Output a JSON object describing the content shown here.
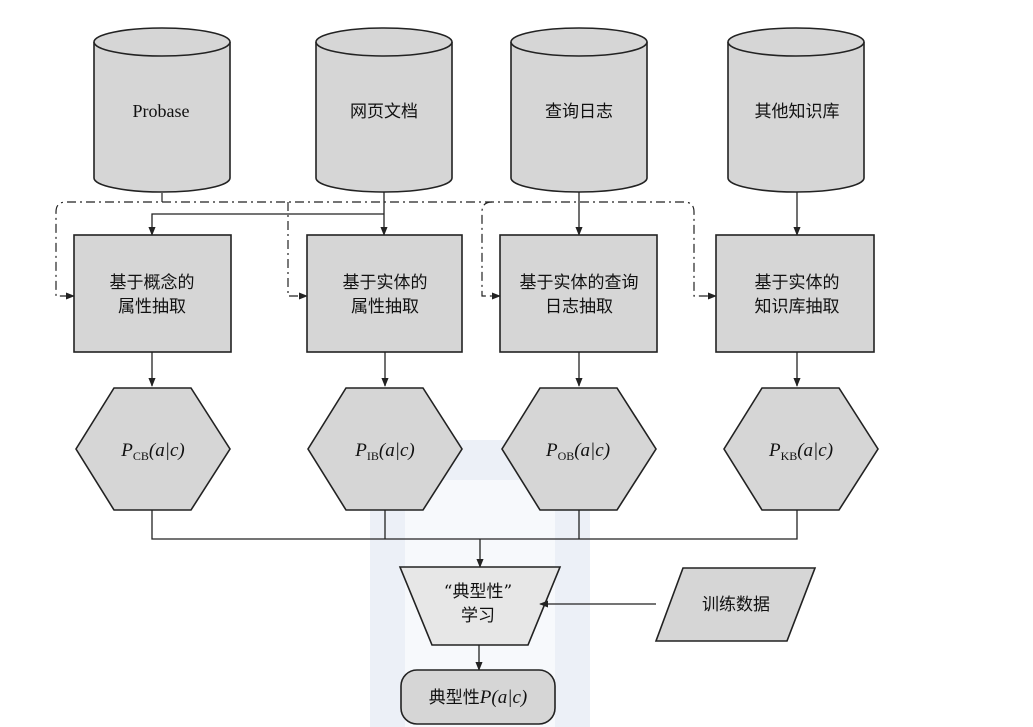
{
  "sources": [
    {
      "label": "Probase"
    },
    {
      "label": "网页文档"
    },
    {
      "label": "查询日志"
    },
    {
      "label": "其他知识库"
    }
  ],
  "extractors": [
    {
      "line1": "基于概念的",
      "line2": "属性抽取"
    },
    {
      "line1": "基于实体的",
      "line2": "属性抽取"
    },
    {
      "line1": "基于实体的查询",
      "line2": "日志抽取"
    },
    {
      "line1": "基于实体的",
      "line2": "知识库抽取"
    }
  ],
  "probabilities": [
    {
      "symbol": "P",
      "subscript": "CB",
      "args": "(a|c)"
    },
    {
      "symbol": "P",
      "subscript": "IB",
      "args": "(a|c)"
    },
    {
      "symbol": "P",
      "subscript": "OB",
      "args": "(a|c)"
    },
    {
      "symbol": "P",
      "subscript": "KB",
      "args": "(a|c)"
    }
  ],
  "learning": {
    "line1": "“典型性”",
    "line2": "学习"
  },
  "training_data": {
    "label": "训练数据"
  },
  "output": {
    "prefix": "典型性",
    "symbol": "P",
    "args": "(a|c)"
  }
}
